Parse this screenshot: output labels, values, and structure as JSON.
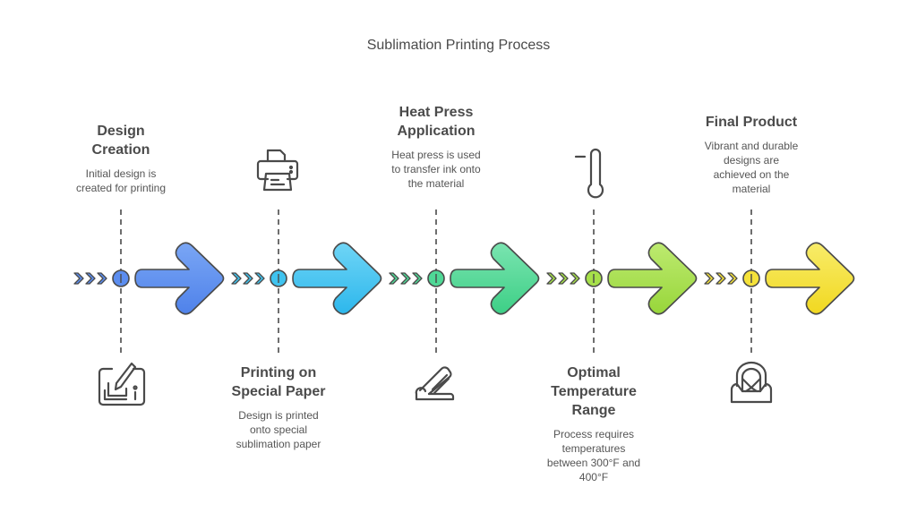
{
  "title": "Sublimation Printing Process",
  "steps": [
    {
      "title": "Design Creation",
      "title_lines": [
        "Design",
        "Creation"
      ],
      "description": "Initial design is created for printing",
      "desc_lines": [
        "Initial design is",
        "created for printing"
      ],
      "label_position": "top",
      "icon": "drawing-tablet-icon",
      "color": "#5b8def"
    },
    {
      "title": "Printing on Special Paper",
      "title_lines": [
        "Printing on",
        "Special Paper"
      ],
      "description": "Design is printed onto special sublimation paper",
      "desc_lines": [
        "Design is printed",
        "onto special",
        "sublimation paper"
      ],
      "label_position": "bottom",
      "icon": "printer-icon",
      "color": "#3fc3ef"
    },
    {
      "title": "Heat Press Application",
      "title_lines": [
        "Heat Press",
        "Application"
      ],
      "description": "Heat press is used to transfer ink onto the material",
      "desc_lines": [
        "Heat press is used",
        "to transfer ink onto",
        "the material"
      ],
      "label_position": "top",
      "icon": "heat-press-icon",
      "color": "#4fd896"
    },
    {
      "title": "Optimal Temperature Range",
      "title_lines": [
        "Optimal",
        "Temperature",
        "Range"
      ],
      "description": "Process requires temperatures between 300°F and 400°F",
      "desc_lines": [
        "Process requires",
        "temperatures",
        "between 300°F and",
        "400°F"
      ],
      "label_position": "bottom",
      "icon": "thermometer-icon",
      "color": "#a6e04a"
    },
    {
      "title": "Final Product",
      "title_lines": [
        "Final Product"
      ],
      "description": "Vibrant and durable designs are achieved on the material",
      "desc_lines": [
        "Vibrant and durable",
        "designs are",
        "achieved on the",
        "material"
      ],
      "label_position": "top",
      "icon": "car-seat-icon",
      "color": "#f5e23a"
    }
  ]
}
